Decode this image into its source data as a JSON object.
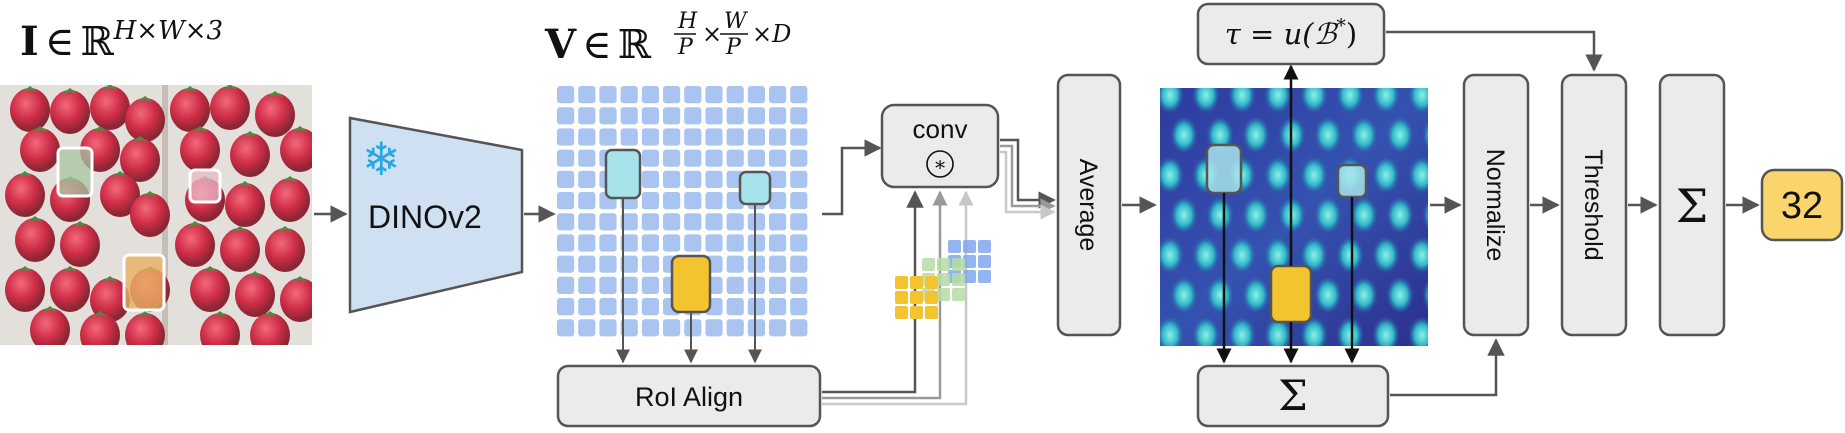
{
  "input_image": {
    "symbol": "I",
    "set": "ℝ",
    "exponent": "H×W×3"
  },
  "features": {
    "symbol": "V",
    "set": "ℝ",
    "exponent_parts": [
      "H",
      "P",
      "×",
      "W",
      "P",
      "×D"
    ]
  },
  "encoder": {
    "label": "DINOv2",
    "icon": "snowflake-icon"
  },
  "roi_align": {
    "label": "RoI Align"
  },
  "conv": {
    "label": "conv",
    "operator": "⊛"
  },
  "average": {
    "label": "Average"
  },
  "threshold_formula": {
    "lhs": "τ",
    "eq": " = ",
    "func": "u(",
    "arg": "ℬ",
    "sup": "*",
    "close": ")"
  },
  "sum_box": {
    "symbol": "Σ"
  },
  "normalize": {
    "label": "Normalize"
  },
  "threshold": {
    "label": "Threshold"
  },
  "final_sum": {
    "symbol": "Σ"
  },
  "output": {
    "count": "32"
  },
  "colors": {
    "box_fill": "#ebebeb",
    "box_stroke": "#555555",
    "encoder_fill": "#cfe0f3",
    "grid_cell": "#a9c4f0",
    "exemplar_yellow": "#f4c430",
    "exemplar_cyan": "#a8e3ec",
    "output_fill": "#f9d56b",
    "arrow": "#555555"
  }
}
